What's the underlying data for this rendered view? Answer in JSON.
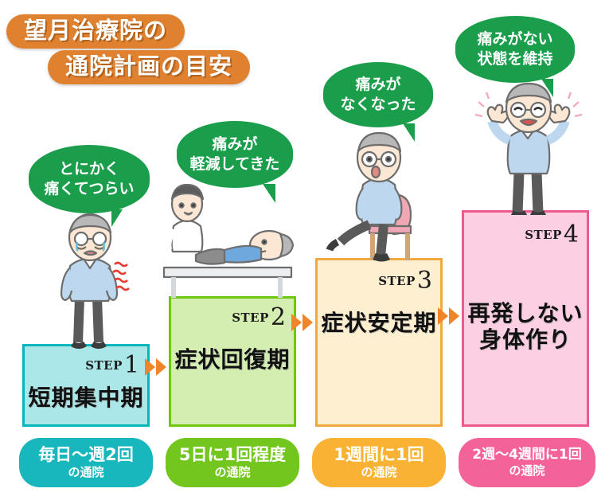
{
  "header": {
    "title_line1": "望月治療院の",
    "title_line2": "通院計画の目安",
    "banner_color": "#e0812f"
  },
  "bubbles": [
    {
      "text": "とにかく\n痛くてつらい",
      "color": "#1a9e4b"
    },
    {
      "text": "痛みが\n軽減してきた",
      "color": "#1a9e4b"
    },
    {
      "text": "痛みが\nなくなった",
      "color": "#1a9e4b"
    },
    {
      "text": "痛みがない\n状態を維持",
      "color": "#1a9e4b"
    }
  ],
  "steps": [
    {
      "step_word": "STEP",
      "step_number": "1",
      "title": "短期集中期",
      "border_color": "#00b5bc",
      "fill_color": "#abe6e8",
      "frequency_line1": "毎日〜週2回",
      "frequency_line2": "の通院",
      "frequency_color": "#17b7bd"
    },
    {
      "step_word": "STEP",
      "step_number": "2",
      "title": "症状回復期",
      "border_color": "#6ec60d",
      "fill_color": "#d3eeb0",
      "frequency_line1": "5日に1回程度",
      "frequency_line2": "の通院",
      "frequency_color": "#72c61e"
    },
    {
      "step_word": "STEP",
      "step_number": "3",
      "title": "症状安定期",
      "border_color": "#f0a93c",
      "fill_color": "#fdefd0",
      "frequency_line1": "1週間に1回",
      "frequency_line2": "の通院",
      "frequency_color": "#f9b233"
    },
    {
      "step_word": "STEP",
      "step_number": "4",
      "title": "再発しない\n身体作り",
      "border_color": "#ef5a8e",
      "fill_color": "#fcd0e2",
      "frequency_line1": "2週〜4週間に1回",
      "frequency_line2": "の通院",
      "frequency_color": "#f4629a"
    }
  ],
  "illustrations": [
    {
      "name": "elderly-man-in-pain"
    },
    {
      "name": "therapist-treating-patient"
    },
    {
      "name": "elderly-man-sitting-on-chair"
    },
    {
      "name": "elderly-man-celebrating"
    }
  ],
  "arrows": {
    "color": "#ef8429",
    "count_per_gap": 2
  }
}
